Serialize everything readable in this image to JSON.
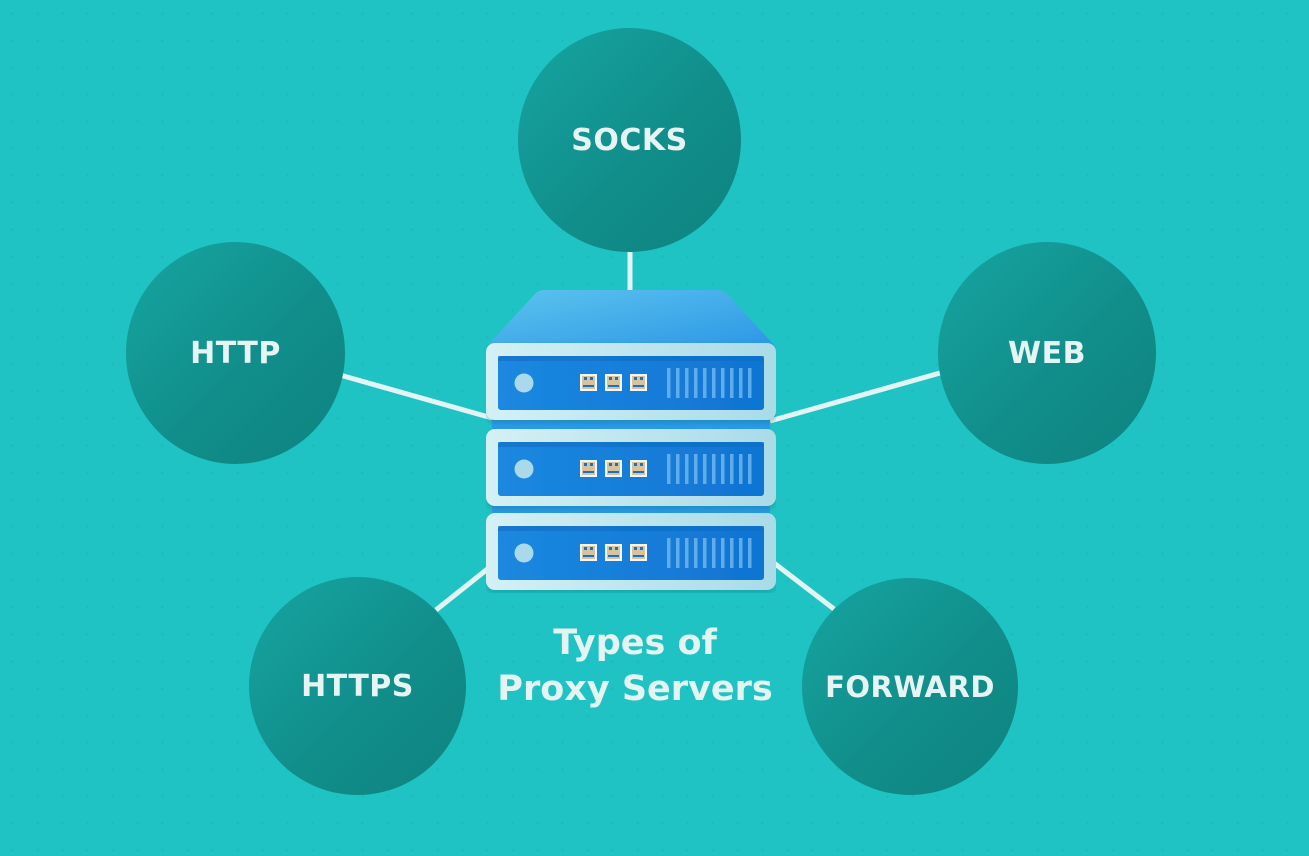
{
  "title": {
    "line1": "Types of",
    "line2": "Proxy Servers"
  },
  "center_icon": "server-rack-icon",
  "nodes": [
    {
      "id": "socks",
      "label": "SOCKS"
    },
    {
      "id": "http",
      "label": "HTTP"
    },
    {
      "id": "web",
      "label": "WEB"
    },
    {
      "id": "https",
      "label": "HTTPS"
    },
    {
      "id": "forward",
      "label": "FORWARD"
    }
  ],
  "colors": {
    "background": "#20c3c3",
    "node_fill": "#118e8b",
    "connector": "#e3f4f4",
    "server_top": "#3fa9ea",
    "server_frame": "#c2e8f0",
    "server_panel": "#1783df",
    "led": "#a8d8ea",
    "port": "#d9c4a0",
    "text": "#e6f5f4"
  }
}
